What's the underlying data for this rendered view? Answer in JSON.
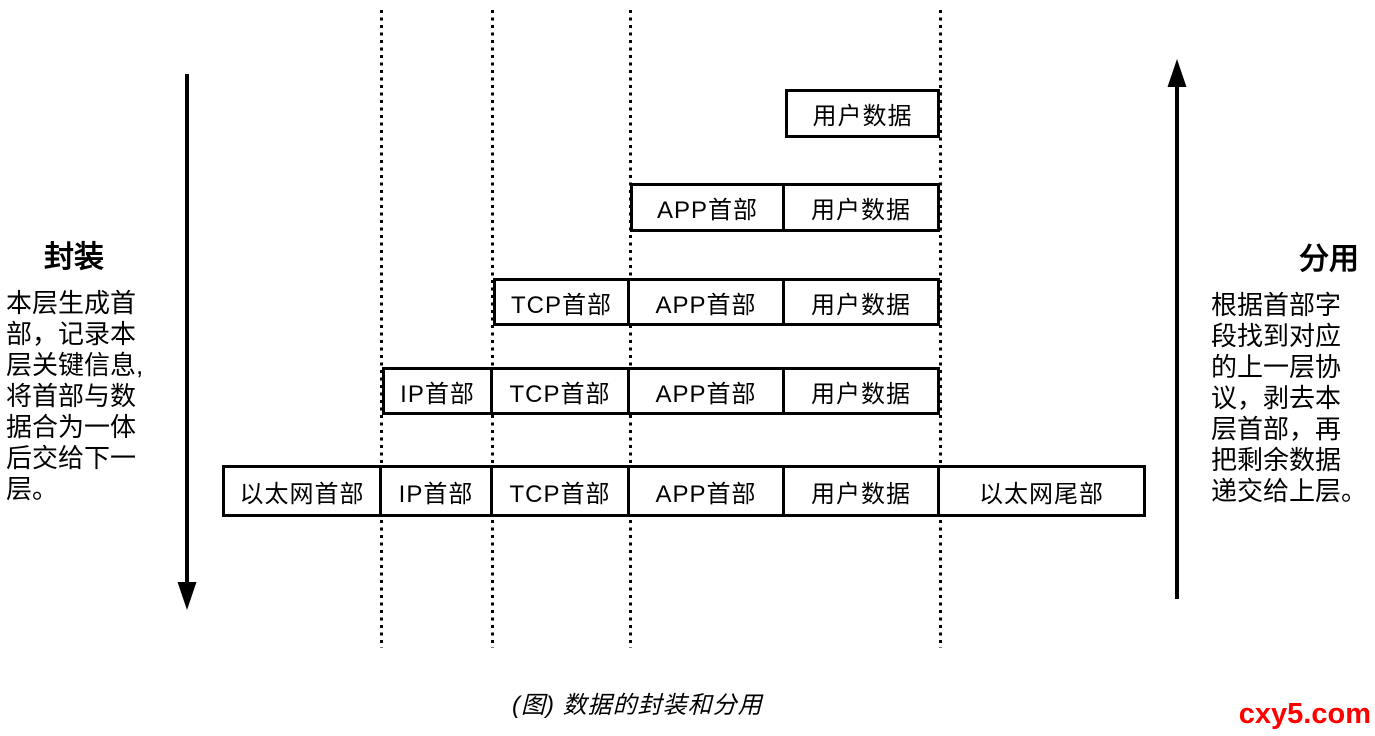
{
  "page": {
    "caption": "(图) 数据的封装和分用",
    "watermark": "cxy5.com"
  },
  "colors": {
    "line": "#000000",
    "text": "#000000",
    "watermark": "#ff0000",
    "background": "#ffffff"
  },
  "encapsulation": {
    "title": "封装",
    "description": [
      "本层生成首",
      "部，记录本",
      "层关键信息,",
      "将首部与数",
      "据合为一体",
      "后交给下一",
      "层。"
    ],
    "arrow_direction": "down"
  },
  "demultiplexing": {
    "title": "分用",
    "description": [
      "根据首部字",
      "段找到对应",
      "的上一层协",
      "议，剥去本",
      "层首部，再",
      "把剩余数据",
      "递交给上层。"
    ],
    "arrow_direction": "up"
  },
  "stack": {
    "rows": [
      {
        "name": "user-data",
        "cells": [
          {
            "label": "用户数据"
          }
        ]
      },
      {
        "name": "app",
        "cells": [
          {
            "label": "APP首部"
          },
          {
            "label": "用户数据"
          }
        ]
      },
      {
        "name": "tcp",
        "cells": [
          {
            "label": "TCP首部"
          },
          {
            "label": "APP首部"
          },
          {
            "label": "用户数据"
          }
        ]
      },
      {
        "name": "ip",
        "cells": [
          {
            "label": "IP首部"
          },
          {
            "label": "TCP首部"
          },
          {
            "label": "APP首部"
          },
          {
            "label": "用户数据"
          }
        ]
      },
      {
        "name": "ethernet-frame",
        "cells": [
          {
            "label": "以太网首部"
          },
          {
            "label": "IP首部"
          },
          {
            "label": "TCP首部"
          },
          {
            "label": "APP首部"
          },
          {
            "label": "用户数据"
          },
          {
            "label": "以太网尾部"
          }
        ]
      }
    ]
  }
}
